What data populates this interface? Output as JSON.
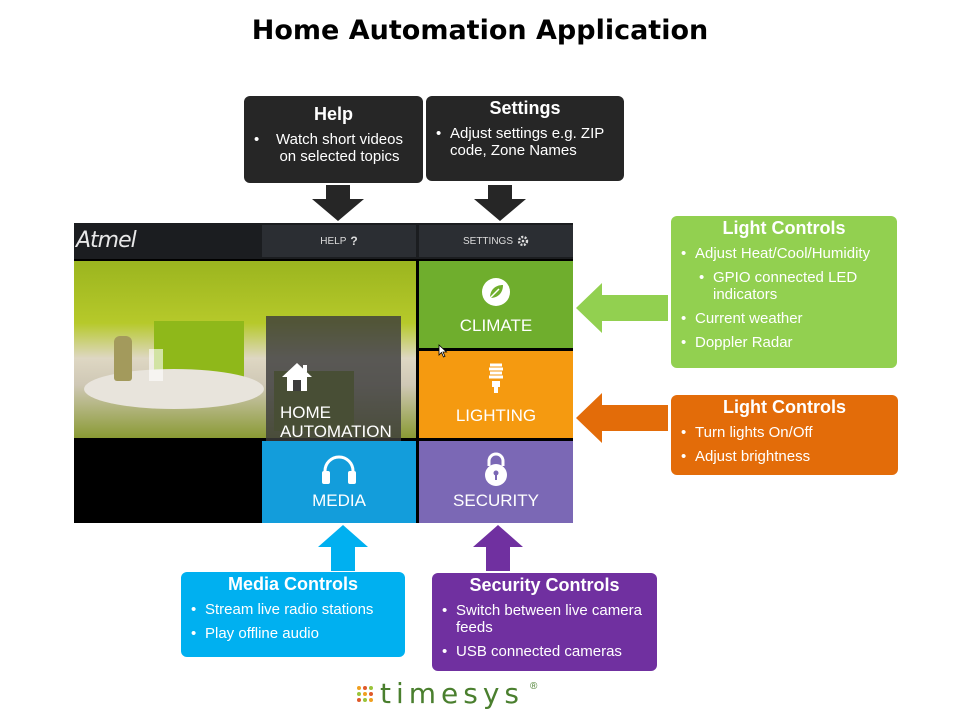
{
  "title": "Home Automation Application",
  "callouts": {
    "help": {
      "title": "Help",
      "items": [
        "Watch short videos on selected topics"
      ]
    },
    "settings": {
      "title": "Settings",
      "items": [
        "Adjust settings e.g. ZIP code, Zone Names"
      ]
    },
    "climate": {
      "title": "Light Controls",
      "items": [
        "Adjust Heat/Cool/Humidity",
        "GPIO connected LED indicators",
        "Current weather",
        "Doppler Radar"
      ]
    },
    "lighting": {
      "title": "Light Controls",
      "items": [
        "Turn lights On/Off",
        "Adjust brightness"
      ]
    },
    "media": {
      "title": "Media Controls",
      "items": [
        "Stream live radio stations",
        "Play offline audio"
      ]
    },
    "security": {
      "title": "Security Controls",
      "items": [
        "Switch between live camera feeds",
        "USB connected cameras"
      ]
    }
  },
  "app": {
    "logo": "Atmel",
    "help_label": "HELP",
    "help_icon": "?",
    "settings_label": "SETTINGS",
    "home_label_1": "HOME",
    "home_label_2": "AUTOMATION",
    "climate_label": "CLIMATE",
    "lighting_label": "LIGHTING",
    "media_label": "MEDIA",
    "security_label": "SECURITY"
  },
  "footer": {
    "brand": "timesys",
    "registered": "®"
  },
  "colors": {
    "dark": "#262626",
    "green": "#92d050",
    "orange": "#e36c09",
    "blue": "#00b0f0",
    "purple": "#7030a0",
    "climate_tile": "#6fae2d",
    "lighting_tile": "#f59a10",
    "media_tile": "#139ddb",
    "security_tile": "#7b68b5"
  }
}
